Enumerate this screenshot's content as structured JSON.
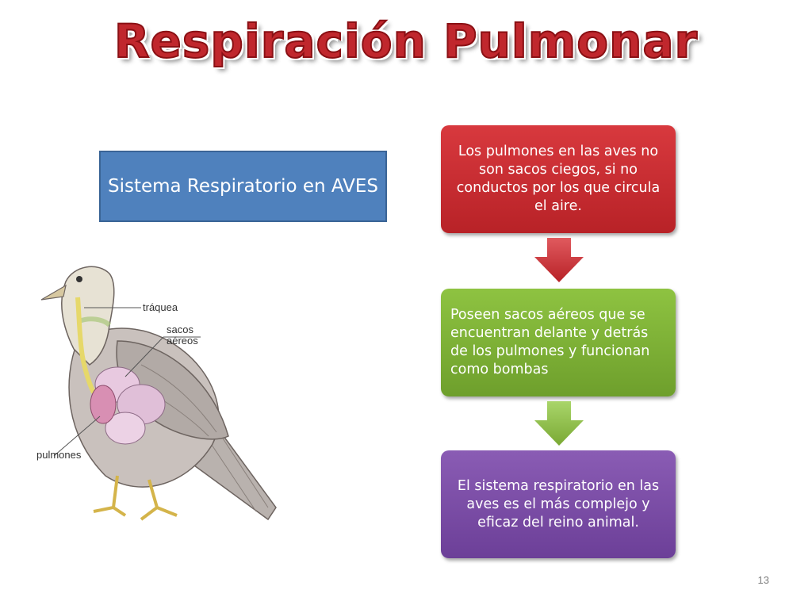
{
  "slide": {
    "title": "Respiración Pulmonar",
    "label": "Sistema Respiratorio en AVES",
    "steps": [
      "Los pulmones en las aves no son sacos ciegos, si no conductos por los que circula el aire.",
      "Poseen sacos aéreos que se encuentran delante y detrás de los pulmones y funcionan como bombas",
      "El sistema respiratorio en las aves es el más complejo y eficaz del reino animal."
    ],
    "page_number": "13",
    "diagram_labels": {
      "trachea": "tráquea",
      "air_sacs_1": "sacos",
      "air_sacs_2": "aéreos",
      "lungs": "pulmones"
    }
  },
  "colors": {
    "title": "#c0272d",
    "label_box": "#4f81bd",
    "step1": "#c62c31",
    "step2": "#7fb13a",
    "step3": "#7a4ba6"
  }
}
